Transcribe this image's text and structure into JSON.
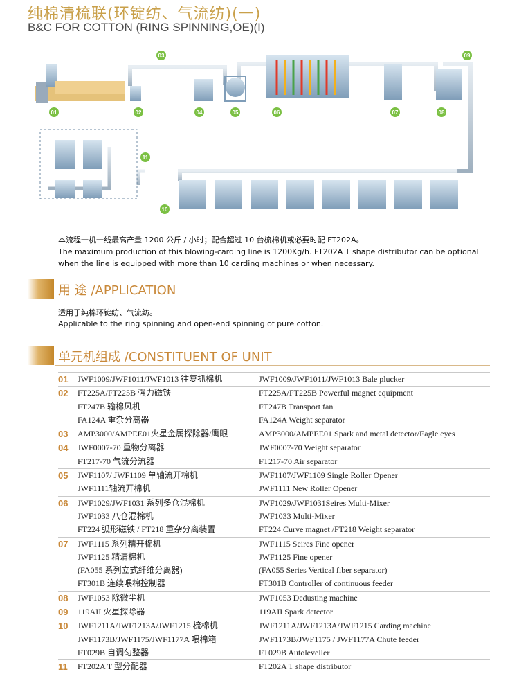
{
  "title": {
    "cn": "纯棉清梳联(环锭纺、气流纺)(一)",
    "en": "B&C FOR COTTON (RING SPINNING,OE)(I)"
  },
  "diagram": {
    "labels": [
      "01",
      "02",
      "03",
      "04",
      "05",
      "06",
      "07",
      "08",
      "09",
      "10",
      "11"
    ]
  },
  "description": {
    "cn": "本流程一机一线最高产量 1200 公斤 / 小时；配合超过 10 台梳棉机或必要时配 FT202A。",
    "en": "The maximum production of this blowing-carding line is 1200Kg/h. FT202A T shape distributor can be optional when the line is equipped with more than 10 carding machines or when necessary."
  },
  "application": {
    "heading": "用 途 /APPLICATION",
    "cn": "适用于纯棉环锭纺、气流纺。",
    "en": "Applicable to the ring spinning and open-end spinning of pure cotton."
  },
  "units": {
    "heading": "单元机组成 /CONSTITUENT OF UNIT",
    "rows": [
      {
        "num": "01",
        "lines": [
          {
            "cn": "JWF1009/JWF1011/JWF1013 往复抓棉机",
            "en": "JWF1009/JWF1011/JWF1013 Bale plucker"
          }
        ]
      },
      {
        "num": "02",
        "lines": [
          {
            "cn": "FT225A/FT225B 强力磁铁",
            "en": "FT225A/FT225B Powerful magnet equipment"
          },
          {
            "cn": "FT247B 输棉风机",
            "en": "FT247B Transport fan"
          },
          {
            "cn": "FA124A 重杂分离器",
            "en": "FA124A Weight separator"
          }
        ]
      },
      {
        "num": "03",
        "lines": [
          {
            "cn": "AMP3000/AMPEE01火星金属探除器/鹰眼",
            "en": "AMP3000/AMPEE01 Spark and metal detector/Eagle eyes"
          }
        ]
      },
      {
        "num": "04",
        "lines": [
          {
            "cn": "JWF0007-70 重物分离器",
            "en": "JWF0007-70 Weight separator"
          },
          {
            "cn": "FT217-70 气流分流器",
            "en": "FT217-70 Air separator"
          }
        ]
      },
      {
        "num": "05",
        "lines": [
          {
            "cn": "JWF1107/ JWF1109 单轴流开棉机",
            "en": "JWF1107/JWF1109 Single Roller Opener"
          },
          {
            "cn": "JWF1111轴流开棉机",
            "en": "JWF1111 New Roller Opener"
          }
        ]
      },
      {
        "num": "06",
        "lines": [
          {
            "cn": "JWF1029/JWF1031 系列多仓混棉机",
            "en": "JWF1029/JWF1031Seires Multi-Mixer"
          },
          {
            "cn": "JWF1033 八仓混棉机",
            "en": "JWF1033 Multi-Mixer"
          },
          {
            "cn": "FT224 弧形磁铁 / FT218 重杂分离装置",
            "en": "FT224 Curve magnet /FT218 Weight separator"
          }
        ]
      },
      {
        "num": "07",
        "lines": [
          {
            "cn": "JWF1115 系列精开棉机",
            "en": "JWF1115 Seires Fine opener"
          },
          {
            "cn": "JWF1125 精清棉机",
            "en": "JWF1125 Fine opener"
          },
          {
            "cn": "(FA055 系列立式纤维分离器)",
            "en": "(FA055 Series Vertical fiber separator)"
          },
          {
            "cn": "FT301B 连续喂棉控制器",
            "en": "FT301B Controller of continuous feeder"
          }
        ]
      },
      {
        "num": "08",
        "lines": [
          {
            "cn": "JWF1053 除微尘机",
            "en": "JWF1053 Dedusting machine"
          }
        ]
      },
      {
        "num": "09",
        "lines": [
          {
            "cn": "119AII 火星探除器",
            "en": "119AII Spark detector"
          }
        ]
      },
      {
        "num": "10",
        "lines": [
          {
            "cn": "JWF1211A/JWF1213A/JWF1215 梳棉机",
            "en": "JWF1211A/JWF1213A/JWF1215 Carding machine"
          },
          {
            "cn": "JWF1173B/JWF1175/JWF1177A 喂棉箱",
            "en": "JWF1173B/JWF1175 / JWF1177A Chute feeder"
          },
          {
            "cn": "FT029B 自调匀整器",
            "en": "FT029B Autoleveller"
          }
        ]
      },
      {
        "num": "11",
        "lines": [
          {
            "cn": "FT202A T 型分配器",
            "en": "FT202A T shape distributor"
          }
        ]
      }
    ]
  }
}
